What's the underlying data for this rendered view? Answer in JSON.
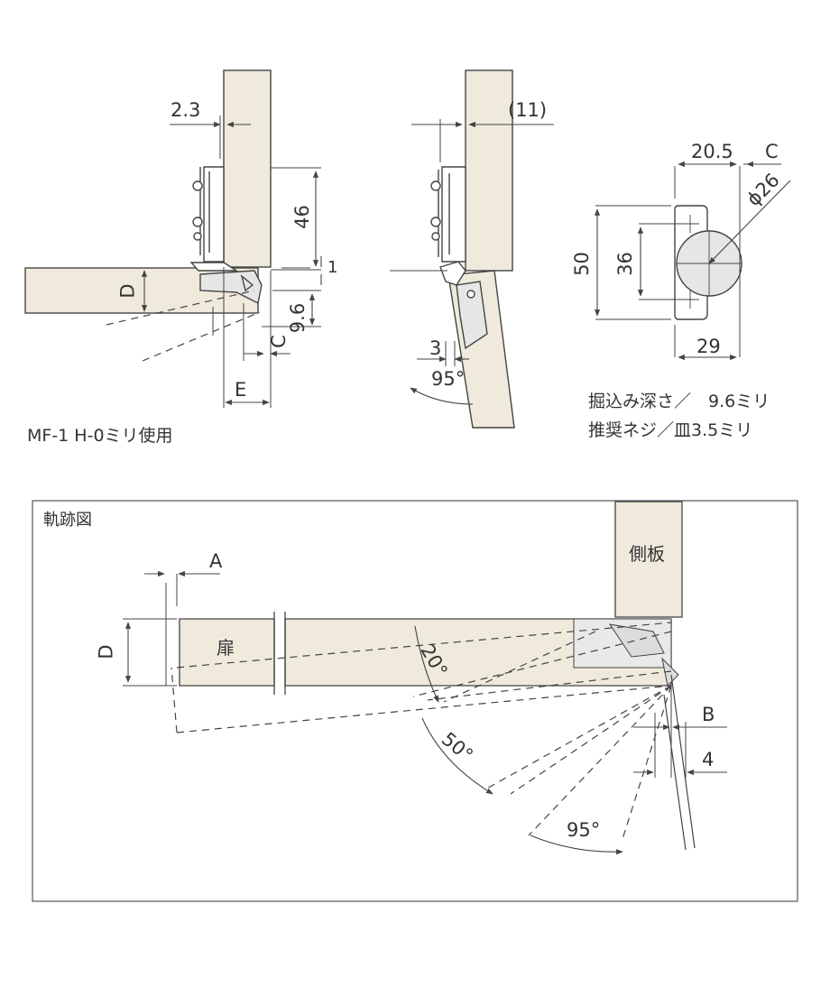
{
  "colors": {
    "wood": "#efeadb",
    "line": "#444444",
    "frame": "#555555",
    "background": "#ffffff"
  },
  "top_left": {
    "dim_2_3": "2.3",
    "dim_46": "46",
    "dim_1": "1",
    "dim_D": "D",
    "dim_9_6": "9.6",
    "dim_C": "C",
    "dim_E": "E",
    "caption": "MF-1 H-0ミリ使用"
  },
  "top_middle": {
    "dim_11": "(11)",
    "dim_3": "3",
    "angle_95": "95°"
  },
  "top_right": {
    "dim_20_5": "20.5",
    "dim_C": "C",
    "dim_phi26": "ϕ26",
    "dim_50": "50",
    "dim_36": "36",
    "dim_29": "29",
    "note_depth": "掘込み深さ／　9.6ミリ",
    "note_screw": "推奨ネジ／皿3.5ミリ"
  },
  "trajectory": {
    "title": "軌跡図",
    "side_panel_label": "側板",
    "door_label": "扉",
    "dim_A": "A",
    "dim_D": "D",
    "dim_B": "B",
    "dim_4": "4",
    "angle_20": "20°",
    "angle_50": "50°",
    "angle_95": "95°"
  }
}
